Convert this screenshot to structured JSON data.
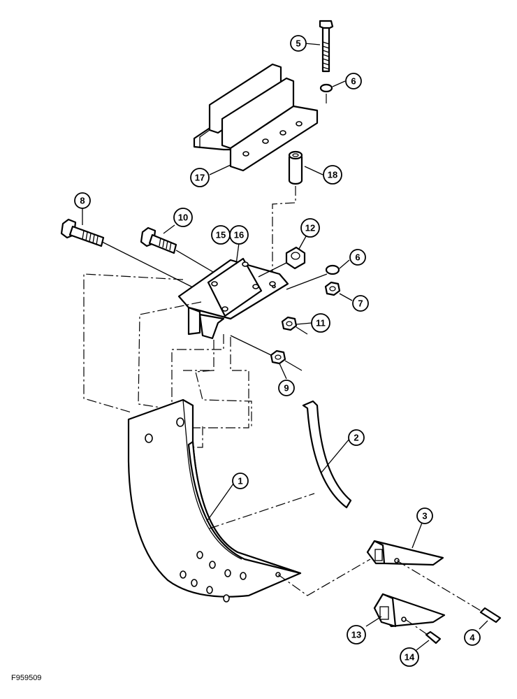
{
  "figure_code": "F959509",
  "callouts": {
    "c1": "1",
    "c2": "2",
    "c3": "3",
    "c4": "4",
    "c5": "5",
    "c6a": "6",
    "c6b": "6",
    "c7": "7",
    "c8": "8",
    "c9": "9",
    "c10": "10",
    "c11": "11",
    "c12": "12",
    "c13": "13",
    "c14": "14",
    "c15": "15",
    "c16": "16",
    "c17": "17",
    "c18": "18"
  }
}
